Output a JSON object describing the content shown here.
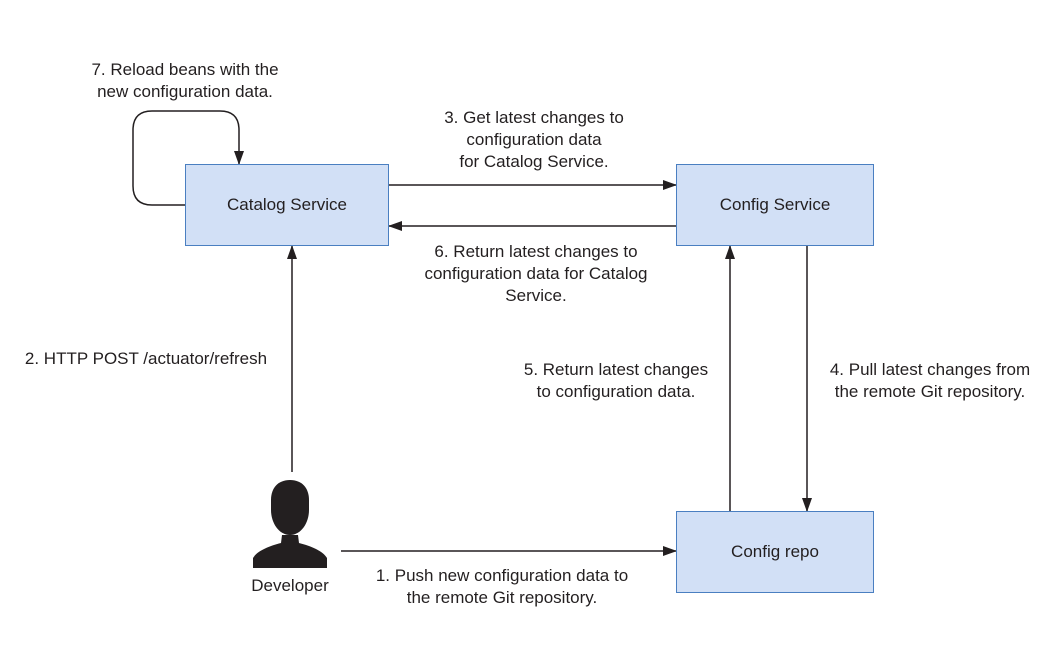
{
  "colors": {
    "box_fill": "#d2e0f6",
    "box_border": "#4a7fc1",
    "line": "#231f20",
    "text": "#231f20"
  },
  "nodes": {
    "catalog_service": "Catalog Service",
    "config_service": "Config Service",
    "config_repo": "Config repo",
    "developer": "Developer"
  },
  "icons": {
    "developer": "person-silhouette-icon"
  },
  "steps": {
    "step1": [
      "1. Push new configuration data to",
      "the remote Git repository."
    ],
    "step2": [
      "2. HTTP POST /actuator/refresh"
    ],
    "step3": [
      "3. Get latest changes to",
      "configuration data",
      "for Catalog Service."
    ],
    "step4": [
      "4. Pull latest changes from",
      "the remote Git repository."
    ],
    "step5": [
      "5. Return latest changes",
      "to configuration data."
    ],
    "step6": [
      "6. Return latest changes to",
      "configuration data for Catalog",
      "Service."
    ],
    "step7": [
      "7. Reload beans with the",
      "new configuration data."
    ]
  }
}
